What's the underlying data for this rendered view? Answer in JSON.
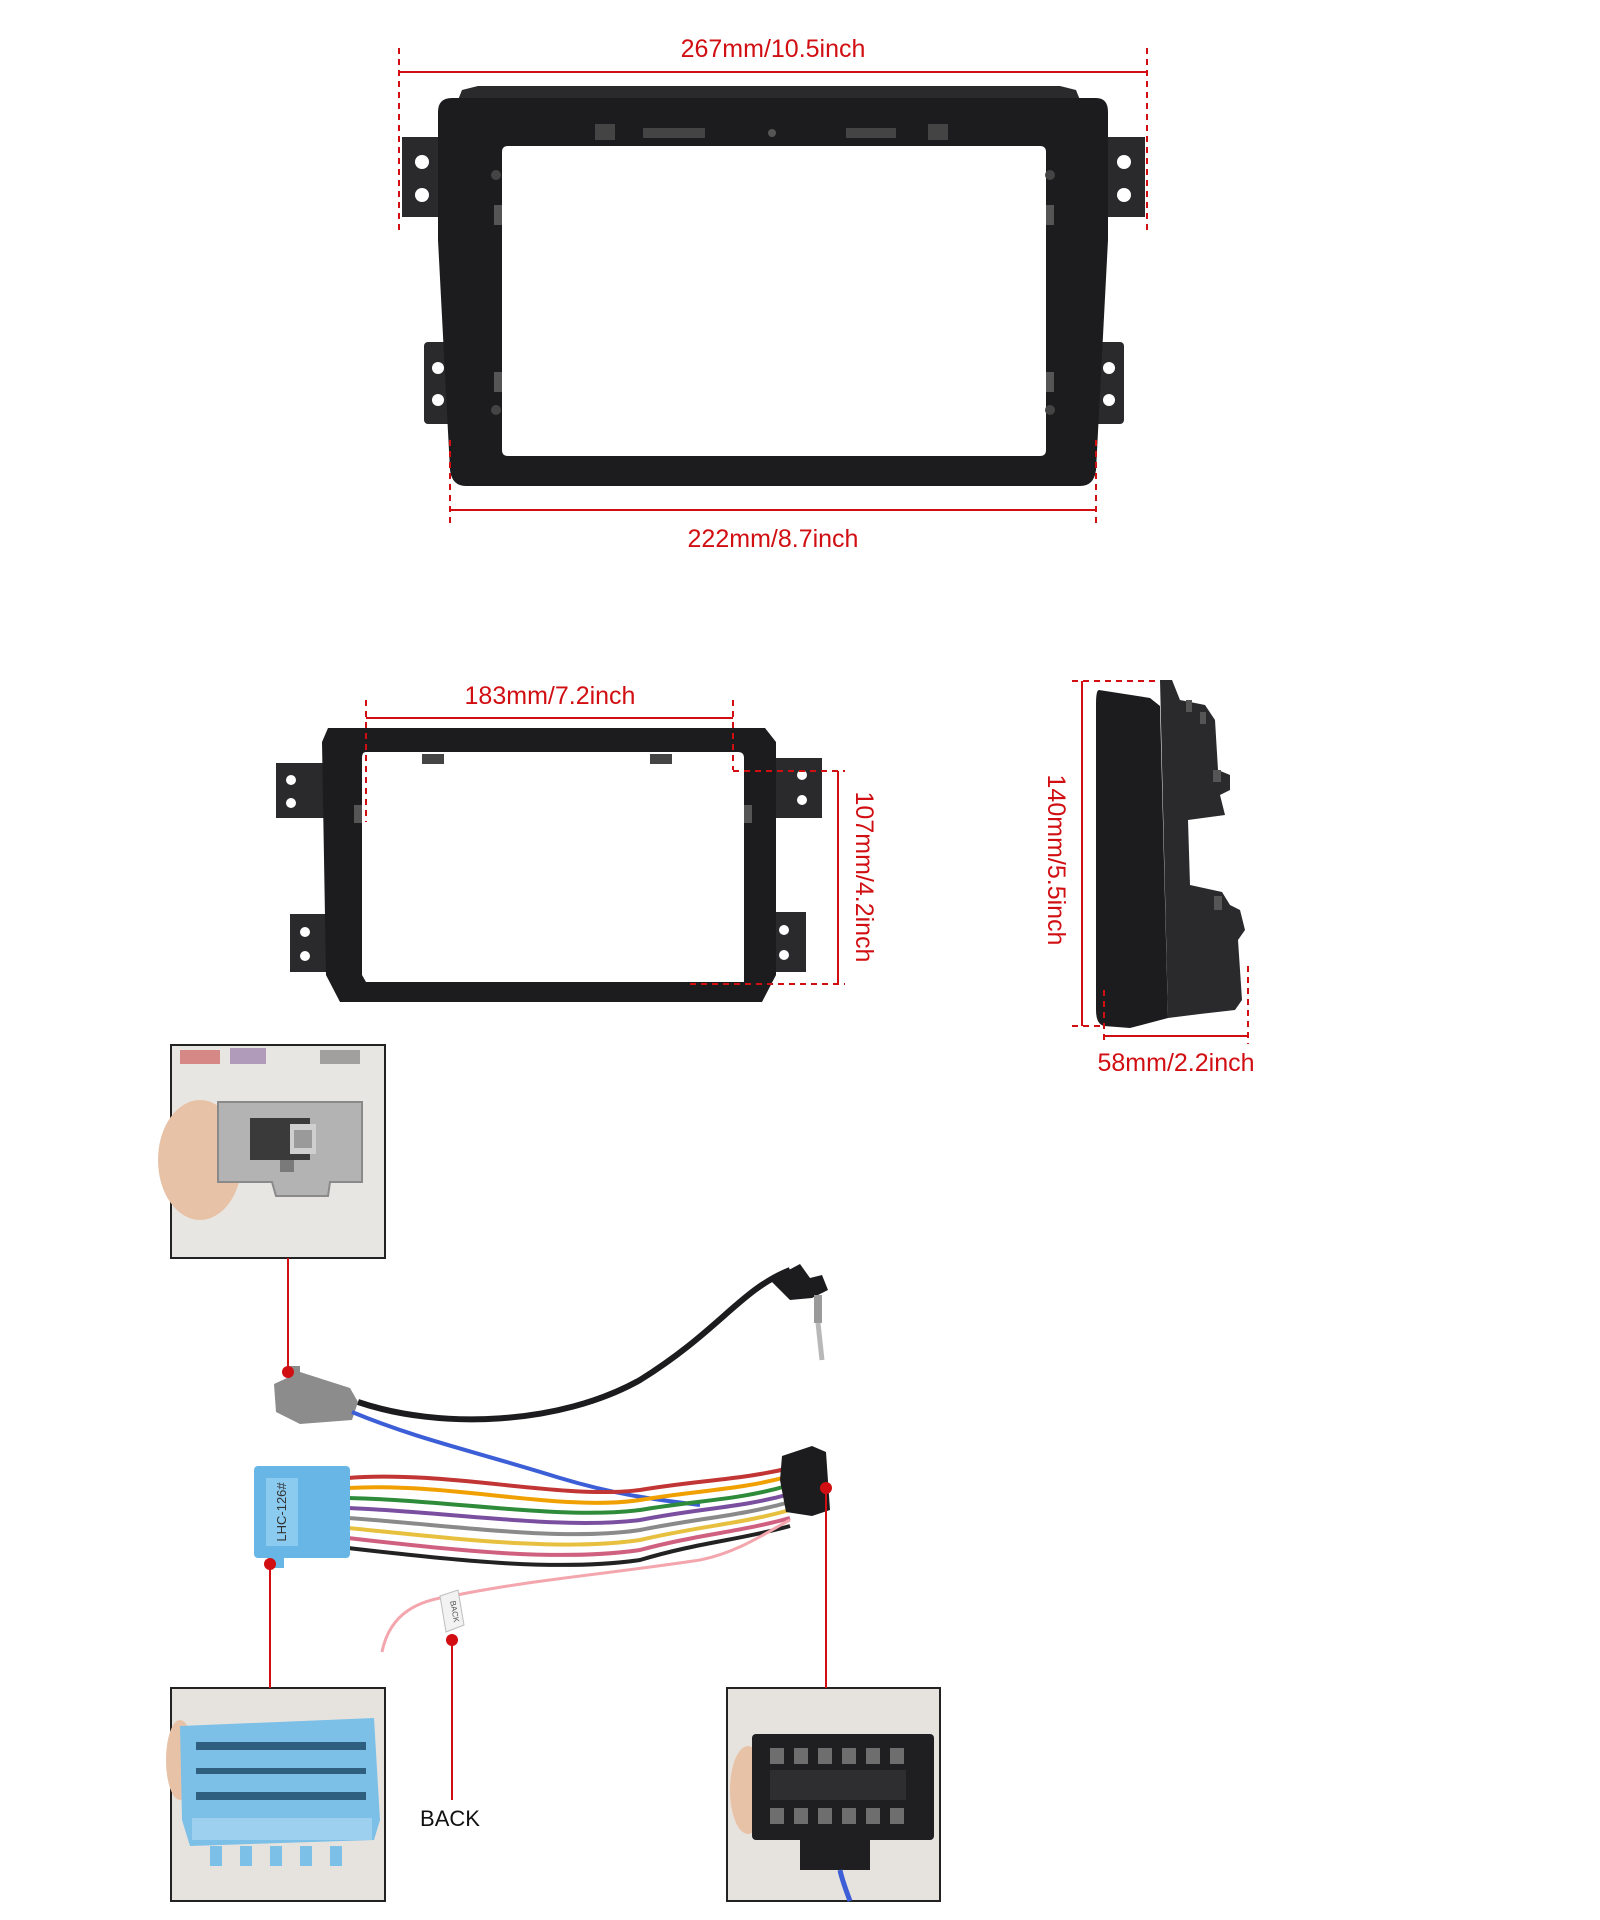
{
  "dimensions": {
    "top_width": "267mm/10.5inch",
    "bottom_width": "222mm/8.7inch",
    "inner_width": "183mm/7.2inch",
    "inner_height": "107mm/4.2inch",
    "side_height": "140mm/5.5inch",
    "side_depth": "58mm/2.2inch"
  },
  "harness": {
    "connector_label": "LHC-126#",
    "tag_label": "BACK",
    "callout_back": "BACK"
  },
  "colors": {
    "dimension_red": "#d10f12",
    "frame_black": "#1c1c1e",
    "connector_blue": "#67b6e6"
  }
}
